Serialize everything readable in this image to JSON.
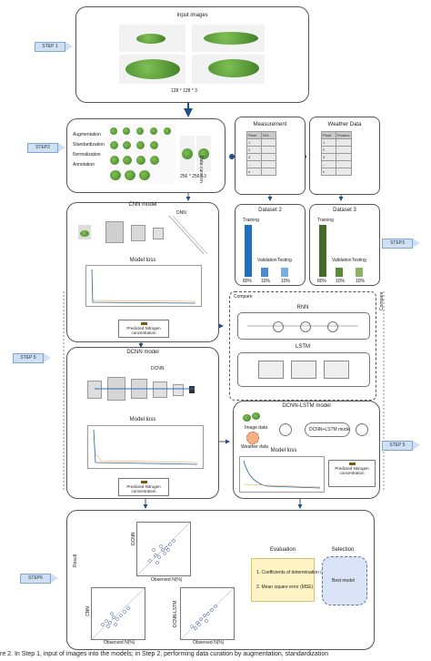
{
  "step1": {
    "label": "STEP 1",
    "title": "Input images",
    "size": "128 * 128 * 3"
  },
  "step2": {
    "label": "STEP2",
    "ops": [
      "Augmentation",
      "Standardization",
      "Normalization",
      "Annotation"
    ],
    "size": "256 * 256 * 3",
    "curation": "Data curation",
    "measurement": {
      "title": "Measurement",
      "headers": [
        "Plant",
        "N%"
      ],
      "rows": [
        "1",
        "2",
        "3",
        "...",
        "n"
      ]
    },
    "weather": {
      "title": "Weather Data",
      "headers": [
        "Plant",
        "Feature"
      ],
      "rows": [
        "1",
        "2",
        "3",
        "...",
        "n"
      ]
    }
  },
  "cnn": {
    "title": "CNN model",
    "dnn": "DNN",
    "loss": "Model loss",
    "pred": "Predicted Nitrogen concentration"
  },
  "dataset2": {
    "title": "Dataset 2",
    "training": "Training",
    "validation": "Validation",
    "testing": "Testing",
    "pcts": [
      "80%",
      "10%",
      "10%"
    ]
  },
  "dataset3": {
    "title": "Dataset 3",
    "training": "Training",
    "validation": "Validation",
    "testing": "Testing",
    "pcts": [
      "80%",
      "10%",
      "10%"
    ]
  },
  "step3": {
    "label": "STEP3"
  },
  "compare": {
    "label": "Compare",
    "rnn": "RNN",
    "lstm": "LSTM",
    "side": "Compare"
  },
  "step4left": {
    "label": "STEP 5"
  },
  "dcnn": {
    "title": "DCNN model",
    "inner": "DCNN",
    "loss": "Model loss",
    "pred": "Predicted Nitrogen concentration"
  },
  "dcnnlstm": {
    "title": "DCNN-LSTM model",
    "image_data": "Image data",
    "weather_data": "Weather data",
    "mode": "DCNN+LSTM mode",
    "loss": "Model loss",
    "pred": "Predicted Nitrogen concentration"
  },
  "step5right": {
    "label": "STEP 5"
  },
  "step6": {
    "label": "STEP6",
    "result": "Result",
    "plots": [
      "DCNN",
      "CNN",
      "DCNN-LSTM"
    ],
    "observed": "Observed N(%)",
    "evaluation": "Evaluation",
    "eval_items": [
      "1. Coefficients of determination (R²)",
      "2. Mean square error (MSE)"
    ],
    "selection": "Selection",
    "best": "Best model"
  },
  "caption": "re 2. In Step 1, input of images into the models; in Step 2, performing data curation by augmentation, standardization"
}
